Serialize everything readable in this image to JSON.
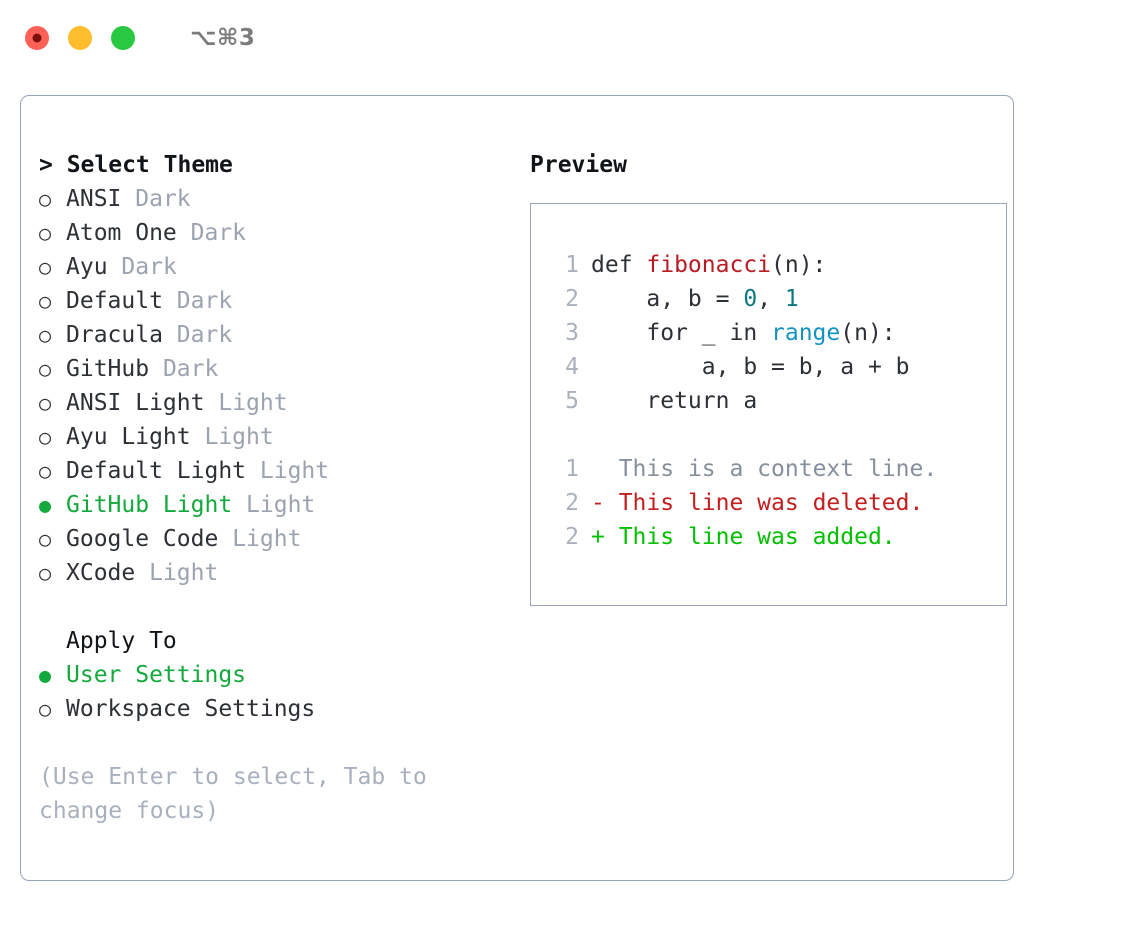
{
  "titlebar": {
    "shortcut": "⌥⌘3",
    "lights": [
      {
        "name": "close-button",
        "color": "#ff6159"
      },
      {
        "name": "minimize-button",
        "color": "#ffbd2e"
      },
      {
        "name": "zoom-button",
        "color": "#28c840"
      }
    ]
  },
  "colors": {
    "selected": "#13a93c",
    "tag": "#9ca3b0",
    "border": "#9aa4b8",
    "text": "#2d3136",
    "lineno": "#aab1bd",
    "diff_add": "#00c000",
    "diff_del": "#c41e1e",
    "diff_ctx": "#86909c",
    "fn": "#b81b22",
    "num": "#0c7b80",
    "call": "#1592c4"
  },
  "theme_picker": {
    "heading": "> Select Theme",
    "items": [
      {
        "marker": "○",
        "label": "ANSI",
        "tag": "Dark",
        "selected": false
      },
      {
        "marker": "○",
        "label": "Atom One",
        "tag": "Dark",
        "selected": false
      },
      {
        "marker": "○",
        "label": "Ayu",
        "tag": "Dark",
        "selected": false
      },
      {
        "marker": "○",
        "label": "Default",
        "tag": "Dark",
        "selected": false
      },
      {
        "marker": "○",
        "label": "Dracula",
        "tag": "Dark",
        "selected": false
      },
      {
        "marker": "○",
        "label": "GitHub",
        "tag": "Dark",
        "selected": false
      },
      {
        "marker": "○",
        "label": "ANSI Light",
        "tag": "Light",
        "selected": false
      },
      {
        "marker": "○",
        "label": "Ayu Light",
        "tag": "Light",
        "selected": false
      },
      {
        "marker": "○",
        "label": "Default Light",
        "tag": "Light",
        "selected": false
      },
      {
        "marker": "●",
        "label": "GitHub Light",
        "tag": "Light",
        "selected": true
      },
      {
        "marker": "○",
        "label": "Google Code",
        "tag": "Light",
        "selected": false
      },
      {
        "marker": "○",
        "label": "XCode",
        "tag": "Light",
        "selected": false
      }
    ]
  },
  "apply_to": {
    "heading": "Apply To",
    "items": [
      {
        "marker": "●",
        "label": "User Settings",
        "selected": true
      },
      {
        "marker": "○",
        "label": "Workspace Settings",
        "selected": false
      }
    ]
  },
  "hint": "(Use Enter to select, Tab to change focus)",
  "preview": {
    "title": "Preview",
    "code_lines": [
      {
        "n": "1",
        "indent": "",
        "parts": [
          {
            "t": "def ",
            "c": "plain"
          },
          {
            "t": "fibonacci",
            "c": "fn"
          },
          {
            "t": "(n):",
            "c": "plain"
          }
        ]
      },
      {
        "n": "2",
        "indent": "    ",
        "parts": [
          {
            "t": "a, b = ",
            "c": "plain"
          },
          {
            "t": "0",
            "c": "num"
          },
          {
            "t": ", ",
            "c": "plain"
          },
          {
            "t": "1",
            "c": "num"
          }
        ]
      },
      {
        "n": "3",
        "indent": "    ",
        "parts": [
          {
            "t": "for _ in ",
            "c": "plain"
          },
          {
            "t": "range",
            "c": "call"
          },
          {
            "t": "(n):",
            "c": "plain"
          }
        ]
      },
      {
        "n": "4",
        "indent": "        ",
        "parts": [
          {
            "t": "a, b = b, a + b",
            "c": "plain"
          }
        ]
      },
      {
        "n": "5",
        "indent": "    ",
        "parts": [
          {
            "t": "return a",
            "c": "plain"
          }
        ]
      }
    ],
    "diff_lines": [
      {
        "n": "1",
        "sign": "  ",
        "text": "This is a context line.",
        "kind": "ctx"
      },
      {
        "n": "2",
        "sign": "- ",
        "text": "This line was deleted.",
        "kind": "del"
      },
      {
        "n": "2",
        "sign": "+ ",
        "text": "This line was added.",
        "kind": "add"
      }
    ]
  }
}
